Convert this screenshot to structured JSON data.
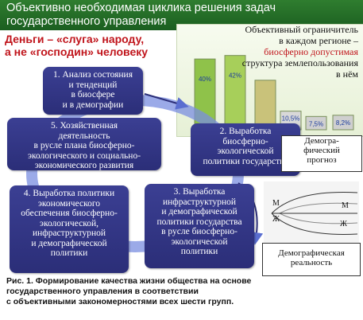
{
  "header": {
    "title_line1": "Объективно необходимая циклика решения задач",
    "title_line2": "государственного управления"
  },
  "slogan": {
    "line1": "Деньги – «слуга» народу,",
    "line2": "а не «господин» человеку"
  },
  "constraint": {
    "line1": "Объективный ограничитель",
    "line2": "в каждом регионе –",
    "line3_red": "биосферно допустимая",
    "line4": "структура землепользования",
    "line5": "в нём"
  },
  "chart_data": {
    "type": "bar",
    "categories": [
      "",
      "",
      "",
      "",
      "",
      ""
    ],
    "values": [
      40,
      42,
      28,
      10.5,
      7.5,
      8.2
    ],
    "labels": [
      "40%",
      "42%",
      "",
      "10,5%",
      "7,5%",
      "8,2%"
    ]
  },
  "steps": [
    {
      "lines": [
        "1. Анализ состояния",
        "и тенденций",
        "в биосфере",
        "и в демографии"
      ]
    },
    {
      "lines": [
        "2. Выработка",
        "биосферно-",
        "экологической",
        "политики государства"
      ]
    },
    {
      "lines": [
        "3. Выработка",
        "инфраструктурной",
        "и демографической",
        "политики государства",
        "в русле биосферно-",
        "экологической",
        "политики"
      ]
    },
    {
      "lines": [
        "4. Выработка политики",
        "экономического",
        "обеспечения биосферно-",
        "экологической,",
        "инфраструктурной",
        "и демографической",
        "политики"
      ]
    },
    {
      "lines": [
        "5. Хозяйственная",
        "деятельность",
        "в русле плана биосферно-",
        "экологического и социально-",
        "экономического развития"
      ]
    }
  ],
  "demo_forecast": {
    "line1": "Демогра-",
    "line2": "фический",
    "line3": "прогноз"
  },
  "demo_reality": {
    "line1": "Демографическая",
    "line2": "реальность"
  },
  "demo_chart": {
    "m1": "М",
    "zh1": "Ж",
    "m2": "М",
    "zh2": "Ж"
  },
  "caption": {
    "line1": "Рис. 1. Формирование качества жизни общества на основе",
    "line2": "государственного управления в соответствии",
    "line3": "с объективными закономерностями всех шести групп."
  },
  "colors": {
    "header": "#1b5e20",
    "accent_red": "#c0141b",
    "box": "#2b2e78",
    "cycle": "#5a6ed0"
  }
}
